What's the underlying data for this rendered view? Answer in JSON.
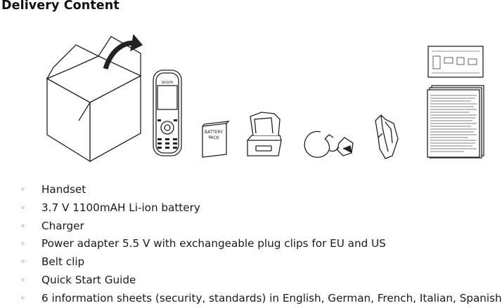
{
  "title": "Delivery Content",
  "illustration": {
    "handset_logo": "snom",
    "battery_label_line1": "BATTERY",
    "battery_label_line2": "PACK"
  },
  "items": [
    {
      "bullet": "◦",
      "text": "Handset"
    },
    {
      "bullet": "◦",
      "text": "3.7 V 1100mAH Li-ion battery"
    },
    {
      "bullet": "◦",
      "text": "Charger"
    },
    {
      "bullet": "◦",
      "text": "Power adapter 5.5 V with exchangeable plug clips for EU and US"
    },
    {
      "bullet": "◦",
      "text": "Belt clip"
    },
    {
      "bullet": "◦",
      "text": "Quick Start Guide"
    },
    {
      "bullet": "◦",
      "text": "6 information sheets (security, standards) in English, German, French, Italian, Spanish"
    }
  ]
}
